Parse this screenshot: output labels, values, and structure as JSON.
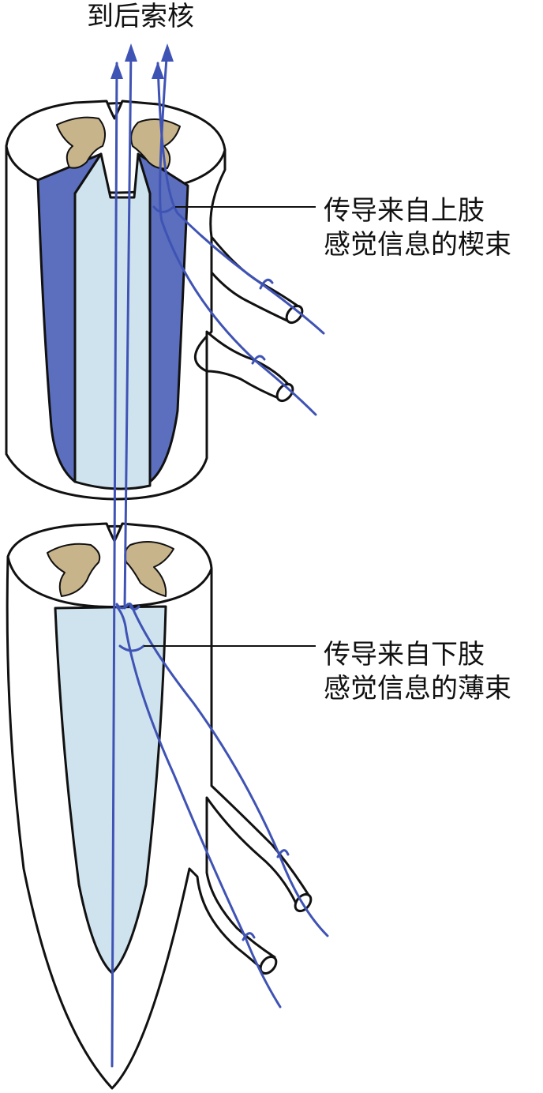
{
  "labels": {
    "top": "到后索核",
    "upper_line1": "传导来自上肢",
    "upper_line2": "感觉信息的楔束",
    "lower_line1": "传导来自下肢",
    "lower_line2": "感觉信息的薄束"
  },
  "colors": {
    "cuneate": "#5b6fbe",
    "gracile": "#cfe3ee",
    "gray_matter": "#c8b48a",
    "fiber": "#3f53b5",
    "outline": "#111111"
  }
}
